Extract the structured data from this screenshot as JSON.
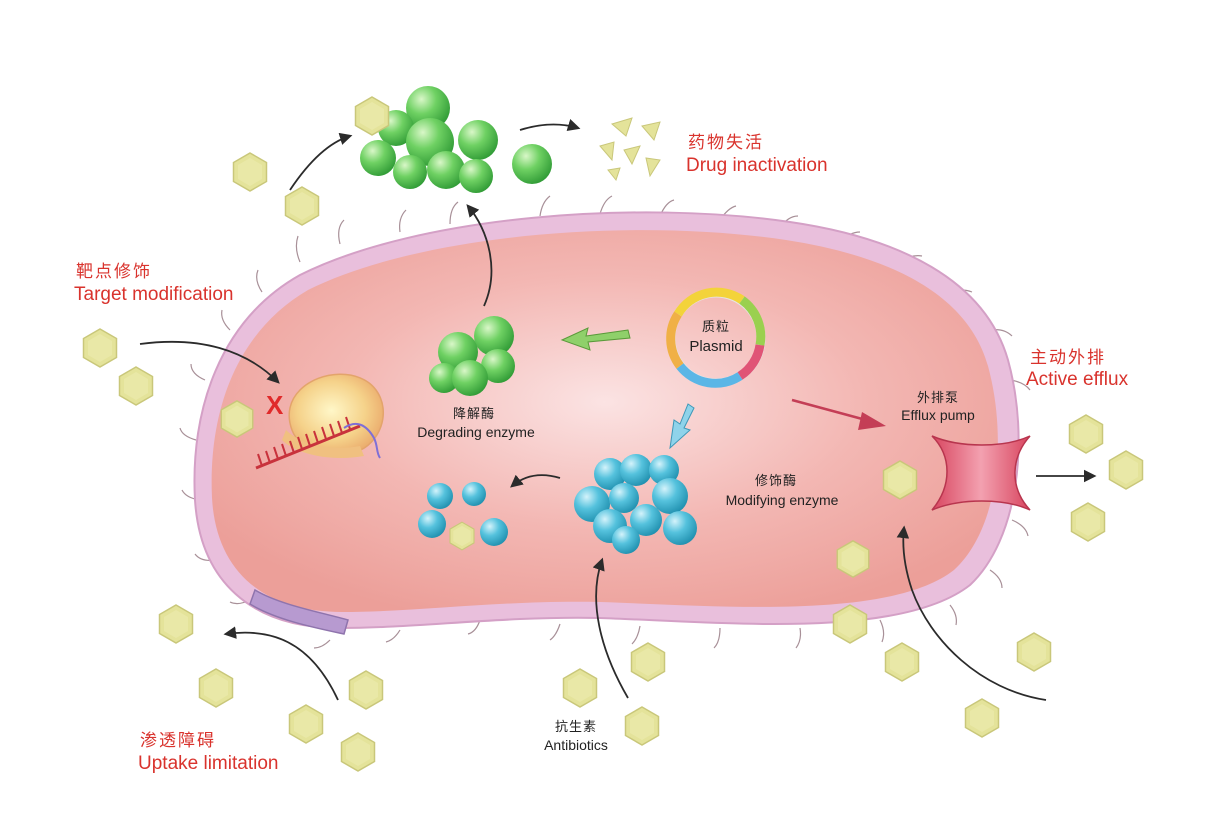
{
  "labels": {
    "drug_inactivation": {
      "zh": "药物失活",
      "en": "Drug inactivation"
    },
    "target_modification": {
      "zh": "靶点修饰",
      "en": "Target modification"
    },
    "active_efflux": {
      "zh": "主动外排",
      "en": "Active efflux"
    },
    "uptake_limitation": {
      "zh": "渗透障碍",
      "en": "Uptake limitation"
    },
    "plasmid": {
      "zh": "质粒",
      "en": "Plasmid"
    },
    "degrading_enzyme": {
      "zh": "降解酶",
      "en": "Degrading enzyme"
    },
    "modifying_enzyme": {
      "zh": "修饰酶",
      "en": "Modifying enzyme"
    },
    "efflux_pump": {
      "zh": "外排泵",
      "en": "Efflux pump"
    },
    "antibiotics": {
      "zh": "抗生素",
      "en": "Antibiotics"
    },
    "blocked_mark": "X"
  },
  "colors": {
    "cell_fill": "#f2a8a4",
    "cell_membrane": "#e6b4d6",
    "antibiotic": "#e4e39a",
    "degrading_enzyme": "#5ec85a",
    "modifying_enzyme": "#3fb6d4",
    "efflux_pump": "#e0627a",
    "label_red": "#d9332d"
  }
}
